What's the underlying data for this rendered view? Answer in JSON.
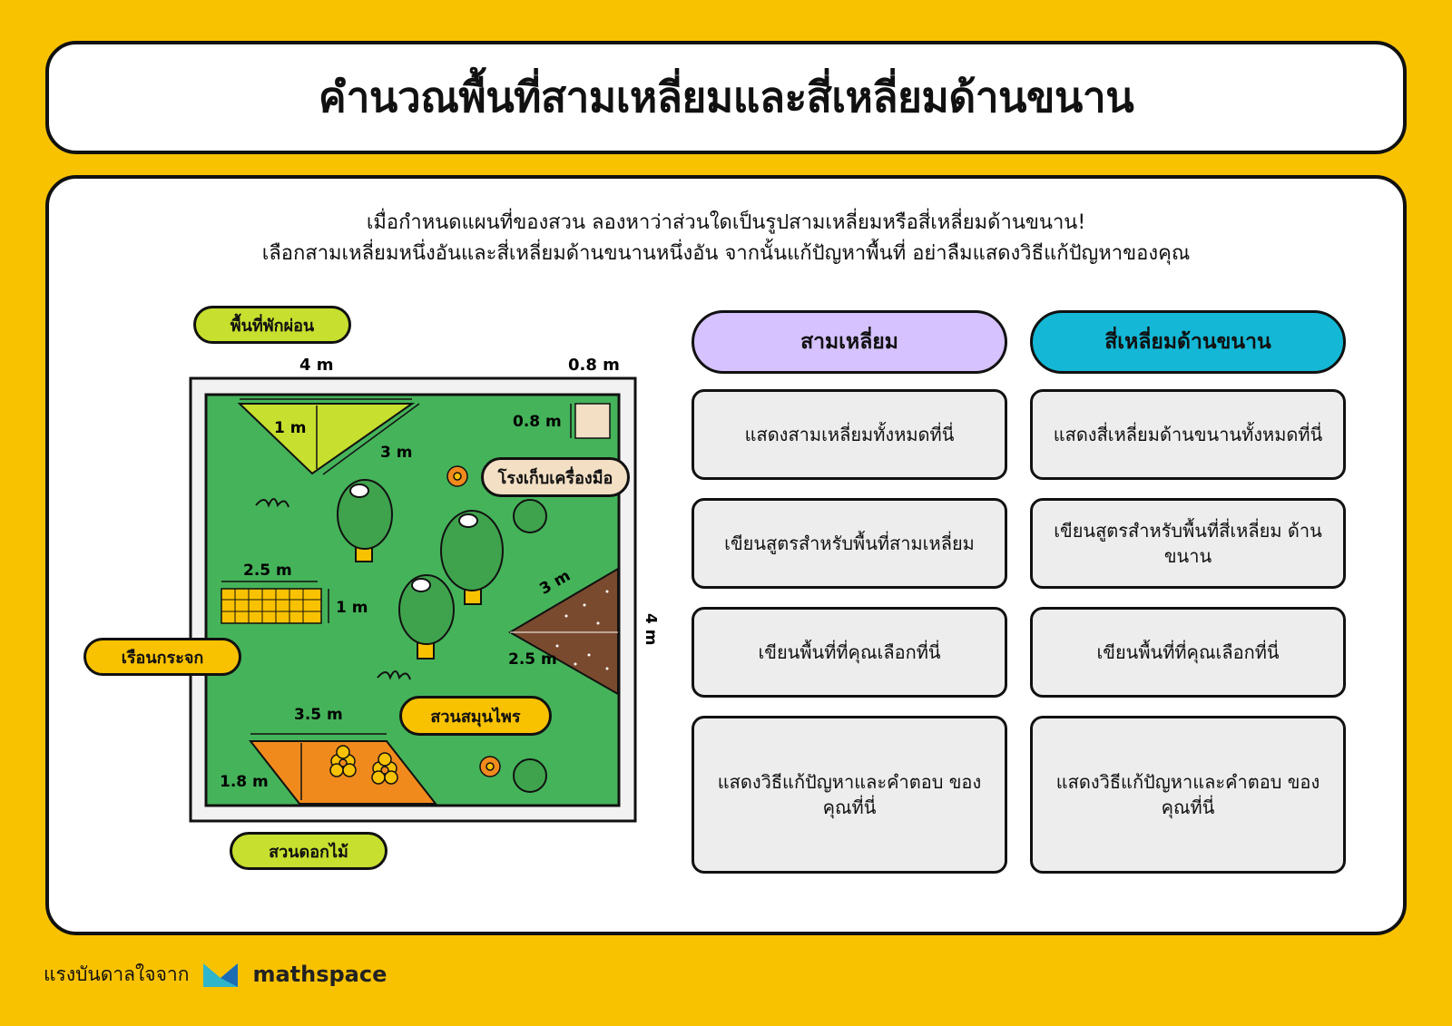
{
  "title": "คำนวณพื้นที่สามเหลี่ยมและสี่เหลี่ยมด้านขนาน",
  "instructions": {
    "line1": "เมื่อกำหนดแผนที่ของสวน ลองหาว่าส่วนใดเป็นรูปสามเหลี่ยมหรือสี่เหลี่ยมด้านขนาน!",
    "line2": "เลือกสามเหลี่ยมหนึ่งอันและสี่เหลี่ยมด้านขนานหนึ่งอัน จากนั้นแก้ปัญหาพื้นที่ อย่าลืมแสดงวิธีแก้ปัญหาของคุณ"
  },
  "map": {
    "labels": {
      "rest_area": "พื้นที่พักผ่อน",
      "tool_shed": "โรงเก็บเครื่องมือ",
      "greenhouse": "เรือนกระจก",
      "herb_garden": "สวนสมุนไพร",
      "flower_garden": "สวนดอกไม้"
    },
    "colors": {
      "lawn": "#45B35A",
      "rest_area": "#C7DF2E",
      "tool_shed": "#F2DFC4",
      "greenhouse": "#F9C200",
      "herb_garden": "#7A4A2E",
      "flower_garden": "#F18A1D"
    },
    "measures": {
      "top_width": "4 m",
      "top_shed": "0.8 m",
      "shed_side": "0.8 m",
      "rest_height": "1 m",
      "rest_base": "3 m",
      "greenhouse_width": "2.5 m",
      "greenhouse_height": "1 m",
      "herb_side": "3 m",
      "herb_base": "2.5 m",
      "right_side": "4 m",
      "flower_base": "3.5 m",
      "flower_height": "1.8 m"
    }
  },
  "columns": [
    {
      "header": "สามเหลี่ยม",
      "color": "#D5C2FF",
      "cards": [
        "แสดงสามเหลี่ยมทั้งหมดที่นี่",
        "เขียนสูตรสำหรับพื้นที่สามเหลี่ยม",
        "เขียนพื้นที่ที่คุณเลือกที่นี่",
        "แสดงวิธีแก้ปัญหาและคำตอบ ของคุณที่นี่"
      ]
    },
    {
      "header": "สี่เหลี่ยมด้านขนาน",
      "color": "#14B8D6",
      "cards": [
        "แสดงสี่เหลี่ยมด้านขนานทั้งหมดที่นี่",
        "เขียนสูตรสำหรับพื้นที่สี่เหลี่ยม ด้านขนาน",
        "เขียนพื้นที่ที่คุณเลือกที่นี่",
        "แสดงวิธีแก้ปัญหาและคำตอบ ของคุณที่นี่"
      ]
    }
  ],
  "footer": {
    "inspired_by": "แรงบันดาลใจจาก",
    "brand": "mathspace",
    "logo_icon": "mathspace-logo-icon"
  }
}
